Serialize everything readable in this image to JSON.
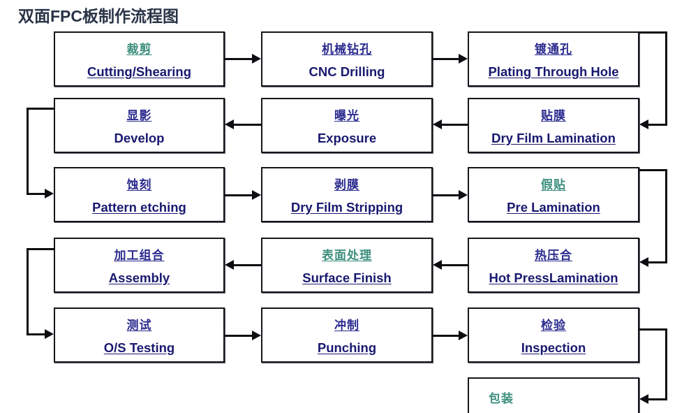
{
  "title": "双面FPC板制作流程图",
  "colors": {
    "navy": "#2b2b8f",
    "teal": "#3d8f7e",
    "english": "#191970",
    "border": "#15161c",
    "title": "#2a3447"
  },
  "nodes": [
    {
      "id": "cutting",
      "cn": "裁剪",
      "en": "Cutting/Shearing",
      "cn_color": "teal",
      "row": 1,
      "col": 1
    },
    {
      "id": "drilling",
      "cn": "机械钻孔",
      "en": "CNC Drilling",
      "cn_color": "navy",
      "row": 1,
      "col": 2
    },
    {
      "id": "pth",
      "cn": "镀通孔",
      "en": "Plating Through Hole",
      "cn_color": "navy",
      "row": 1,
      "col": 3
    },
    {
      "id": "develop",
      "cn": "显影",
      "en": "Develop",
      "cn_color": "navy",
      "row": 2,
      "col": 1
    },
    {
      "id": "exposure",
      "cn": "曝光",
      "en": "Exposure",
      "cn_color": "navy",
      "row": 2,
      "col": 2
    },
    {
      "id": "dfl",
      "cn": "贴膜",
      "en": "Dry Film Lamination",
      "cn_color": "navy",
      "row": 2,
      "col": 3
    },
    {
      "id": "etching",
      "cn": "蚀刻",
      "en": "Pattern etching",
      "cn_color": "navy",
      "row": 3,
      "col": 1
    },
    {
      "id": "stripping",
      "cn": "剥膜",
      "en": "Dry Film Stripping",
      "cn_color": "navy",
      "row": 3,
      "col": 2
    },
    {
      "id": "prelam",
      "cn": "假贴",
      "en": "Pre Lamination",
      "cn_color": "teal",
      "row": 3,
      "col": 3
    },
    {
      "id": "assembly",
      "cn": "加工组合",
      "en": "Assembly",
      "cn_color": "navy",
      "row": 4,
      "col": 1
    },
    {
      "id": "surface",
      "cn": "表面处理",
      "en": "Surface  Finish",
      "cn_color": "teal",
      "row": 4,
      "col": 2
    },
    {
      "id": "hotpress",
      "cn": "热压合",
      "en": "Hot PressLamination",
      "cn_color": "navy",
      "row": 4,
      "col": 3
    },
    {
      "id": "testing",
      "cn": "测试",
      "en": "O/S Testing",
      "cn_color": "navy",
      "row": 5,
      "col": 1
    },
    {
      "id": "punching",
      "cn": "冲制",
      "en": "Punching",
      "cn_color": "navy",
      "row": 5,
      "col": 2
    },
    {
      "id": "inspection",
      "cn": "检验",
      "en": "Inspection",
      "cn_color": "navy",
      "row": 5,
      "col": 3
    },
    {
      "id": "packaging",
      "cn": "包装",
      "en": "",
      "cn_color": "teal",
      "row": 6,
      "col": 3
    }
  ],
  "flow_order": [
    "裁剪 Cutting/Shearing",
    "机械钻孔 CNC Drilling",
    "镀通孔 Plating Through Hole",
    "贴膜 Dry Film Lamination",
    "曝光 Exposure",
    "显影 Develop",
    "蚀刻 Pattern etching",
    "剥膜 Dry Film Stripping",
    "假贴 Pre Lamination",
    "热压合 Hot PressLamination",
    "表面处理 Surface  Finish",
    "加工组合 Assembly",
    "测试 O/S Testing",
    "冲制 Punching",
    "检验 Inspection",
    "包装 Packaging"
  ]
}
